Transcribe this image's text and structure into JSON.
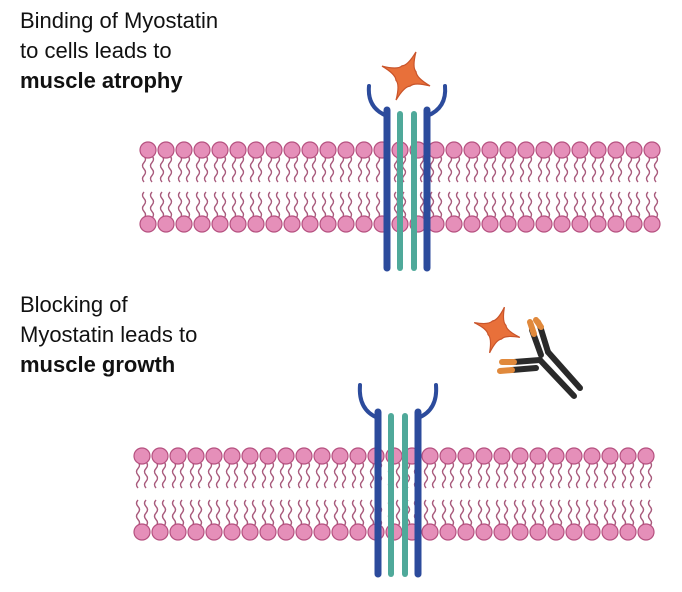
{
  "panel_top": {
    "caption_line1": "Binding of Myostatin",
    "caption_line2": "to cells leads to",
    "caption_emphasis": "muscle atrophy"
  },
  "panel_bottom": {
    "caption_line1": "Blocking of",
    "caption_line2": "Myostatin leads to",
    "caption_emphasis": "muscle growth"
  },
  "colors": {
    "lipid_head": "#e58fb9",
    "lipid_head_stroke": "#b5507f",
    "lipid_tail": "#a85a7c",
    "receptor_outer": "#2c4b9c",
    "receptor_inner": "#4fa99a",
    "myostatin": "#e8703a",
    "antibody": "#2a2a2a",
    "antibody_tip": "#e0893c"
  },
  "icons": {
    "ligand": "myostatin-star-icon",
    "antibody": "y-shaped-antibody-icon",
    "receptor": "transmembrane-receptor-icon"
  }
}
